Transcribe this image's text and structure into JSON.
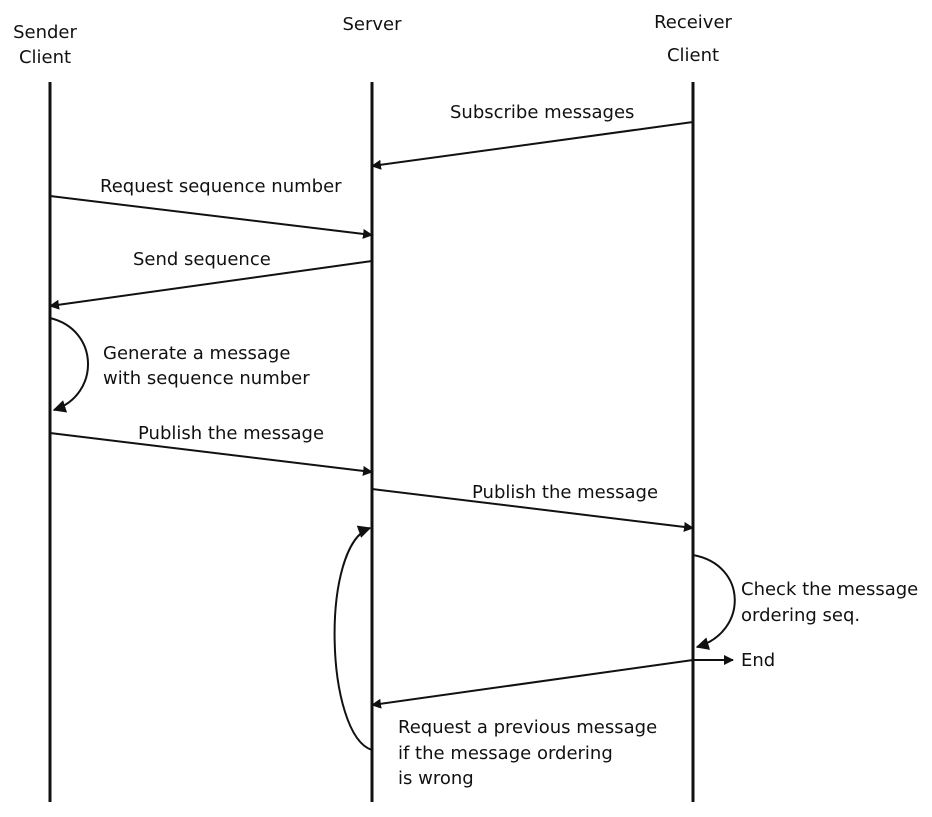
{
  "participants": {
    "sender": {
      "line1": "Sender",
      "line2": "Client"
    },
    "server": {
      "line1": "Server"
    },
    "receiver": {
      "line1": "Receiver",
      "line2": "Client"
    }
  },
  "messages": {
    "subscribe": "Subscribe messages",
    "request_sequence": "Request sequence number",
    "send_sequence": "Send sequence",
    "publish_to_server": "Publish the message",
    "publish_to_receiver": "Publish the message",
    "request_previous_line1": "Request a previous message",
    "request_previous_line2": "if the message ordering",
    "request_previous_line3": "is wrong"
  },
  "self_loops": {
    "generate_line1": "Generate a message",
    "generate_line2": "with sequence number",
    "check_line1": "Check the message",
    "check_line2": "ordering seq."
  },
  "end_label": "End"
}
